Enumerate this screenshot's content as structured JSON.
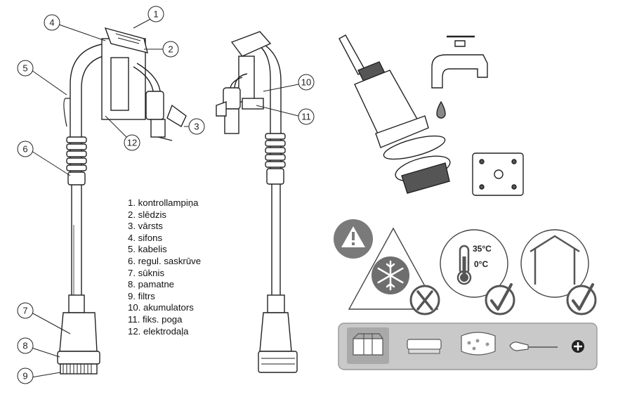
{
  "legend": {
    "items": [
      "1. kontrollampiņa",
      "2. slēdzis",
      "3. vārsts",
      "4. sifons",
      "5. kabelis",
      "6. regul. saskrūve",
      "7. sūknis",
      "8. pamatne",
      "9. filtrs",
      "10. akumulators",
      "11. fiks. poga",
      "12. elektrodaļa"
    ]
  },
  "callouts": [
    "1",
    "2",
    "3",
    "4",
    "5",
    "6",
    "7",
    "8",
    "9",
    "10",
    "11",
    "12"
  ],
  "storage": {
    "temp_max": "35°C",
    "temp_min": "0°C"
  },
  "icons": {
    "warning": "warning-triangle-icon",
    "frost": "snowflake-icon",
    "not_allowed": "x-circle-icon",
    "ok": "check-circle-icon",
    "thermometer": "thermometer-icon",
    "indoor": "house-icon",
    "tools": [
      "cleaning-tray-icon",
      "brush-icon",
      "sponge-icon",
      "screwdriver-icon",
      "plus-icon"
    ]
  },
  "colors": {
    "line": "#222222",
    "panel": "#c9c9c9",
    "panel_border": "#9a9a9a",
    "icon_gray": "#6e6e6e",
    "warning_fill": "#7a7a7a"
  }
}
